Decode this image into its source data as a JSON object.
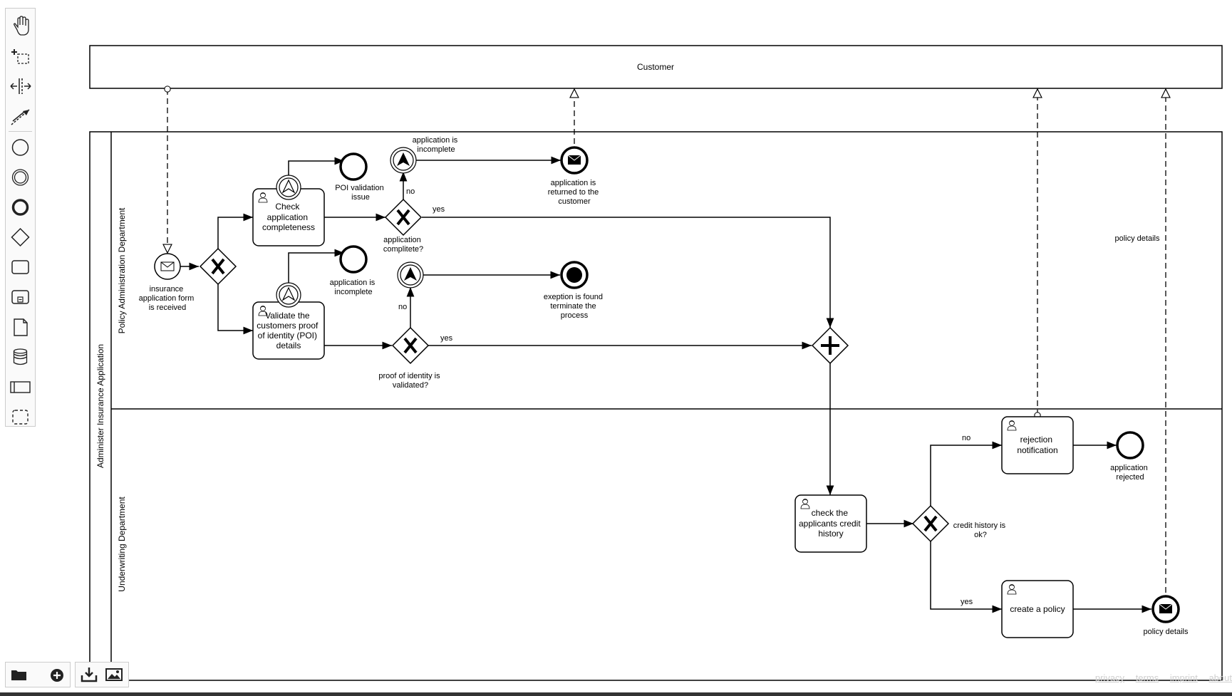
{
  "diagram": {
    "pool_customer": "Customer",
    "pool_main": "Administer Insurance Application",
    "lane_policy": "Policy Administration Department",
    "lane_underwriting": "Underwriting Department",
    "start_event": [
      "insurance",
      "application form",
      "is received"
    ],
    "task_check": [
      "Check",
      "application",
      "completeness"
    ],
    "task_validate": [
      "Validate the",
      "customers proof",
      "of identity (POI)",
      "details"
    ],
    "end_poi_issue": [
      "POI validation",
      "issue"
    ],
    "end_incomplete_lower": [
      "application is",
      "incomplete"
    ],
    "esc_incomplete": [
      "application is",
      "incomplete"
    ],
    "msg_end_returned": [
      "application is",
      "returned to the",
      "customer"
    ],
    "gw_complete": [
      "application",
      "complitete?"
    ],
    "gw_poi": [
      "proof of identity is",
      "validated?"
    ],
    "flow_no_1": "no",
    "flow_yes_1": "yes",
    "flow_no_2": "no",
    "flow_yes_2": "yes",
    "terminate_end": [
      "exeption is found",
      "terminate the",
      "process"
    ],
    "task_credit": [
      "check the",
      "applicants credit",
      "history"
    ],
    "gw_credit": [
      "credit history is",
      "ok?"
    ],
    "flow_no_3": "no",
    "flow_yes_3": "yes",
    "task_rejection": [
      "rejection",
      "notification"
    ],
    "end_rejected": [
      "application",
      "rejected"
    ],
    "task_policy": [
      "create a policy"
    ],
    "end_policy": [
      "policy details"
    ],
    "msg_policy_details": "policy details"
  },
  "palette": {
    "tools": [
      "hand-tool-icon",
      "lasso-tool-icon",
      "space-tool-icon",
      "connect-tool-icon",
      "start-event-icon",
      "intermediate-event-icon",
      "end-event-icon",
      "gateway-icon",
      "task-icon",
      "subprocess-icon",
      "data-object-icon",
      "data-store-icon",
      "pool-icon",
      "group-icon"
    ]
  },
  "footer": {
    "privacy": "privacy",
    "terms": "terms",
    "imprint": "imprint",
    "about": "about"
  }
}
